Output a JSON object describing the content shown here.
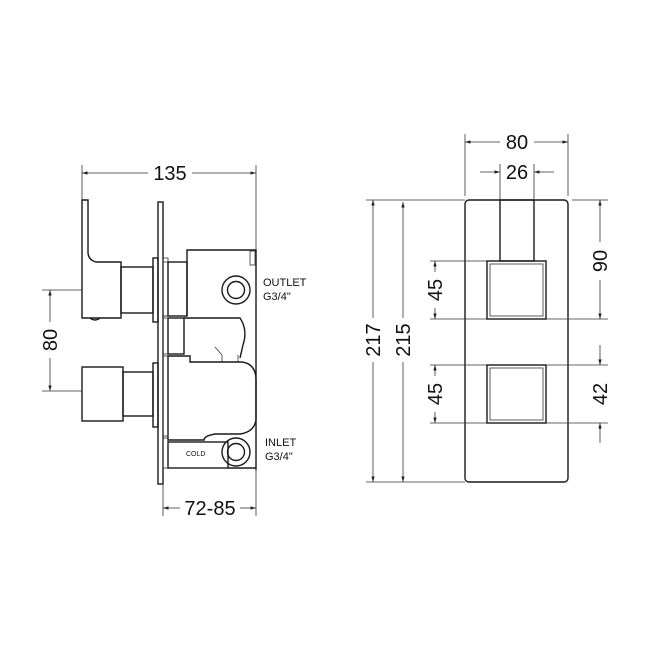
{
  "side_view": {
    "width_overall": "135",
    "handle_spacing": "80",
    "wall_depth": "72-85",
    "outlet_label": "OUTLET",
    "outlet_thread": "G3/4\"",
    "inlet_label": "INLET",
    "inlet_thread": "G3/4\"",
    "cold_label": "COLD"
  },
  "front_view": {
    "plate_width": "80",
    "lever_width": "26",
    "plate_height_outer": "217",
    "plate_height_inner": "215",
    "upper_knob_size": "45",
    "lower_knob_size": "45",
    "top_to_upper_knob": "90",
    "lower_knob_dim": "42"
  }
}
